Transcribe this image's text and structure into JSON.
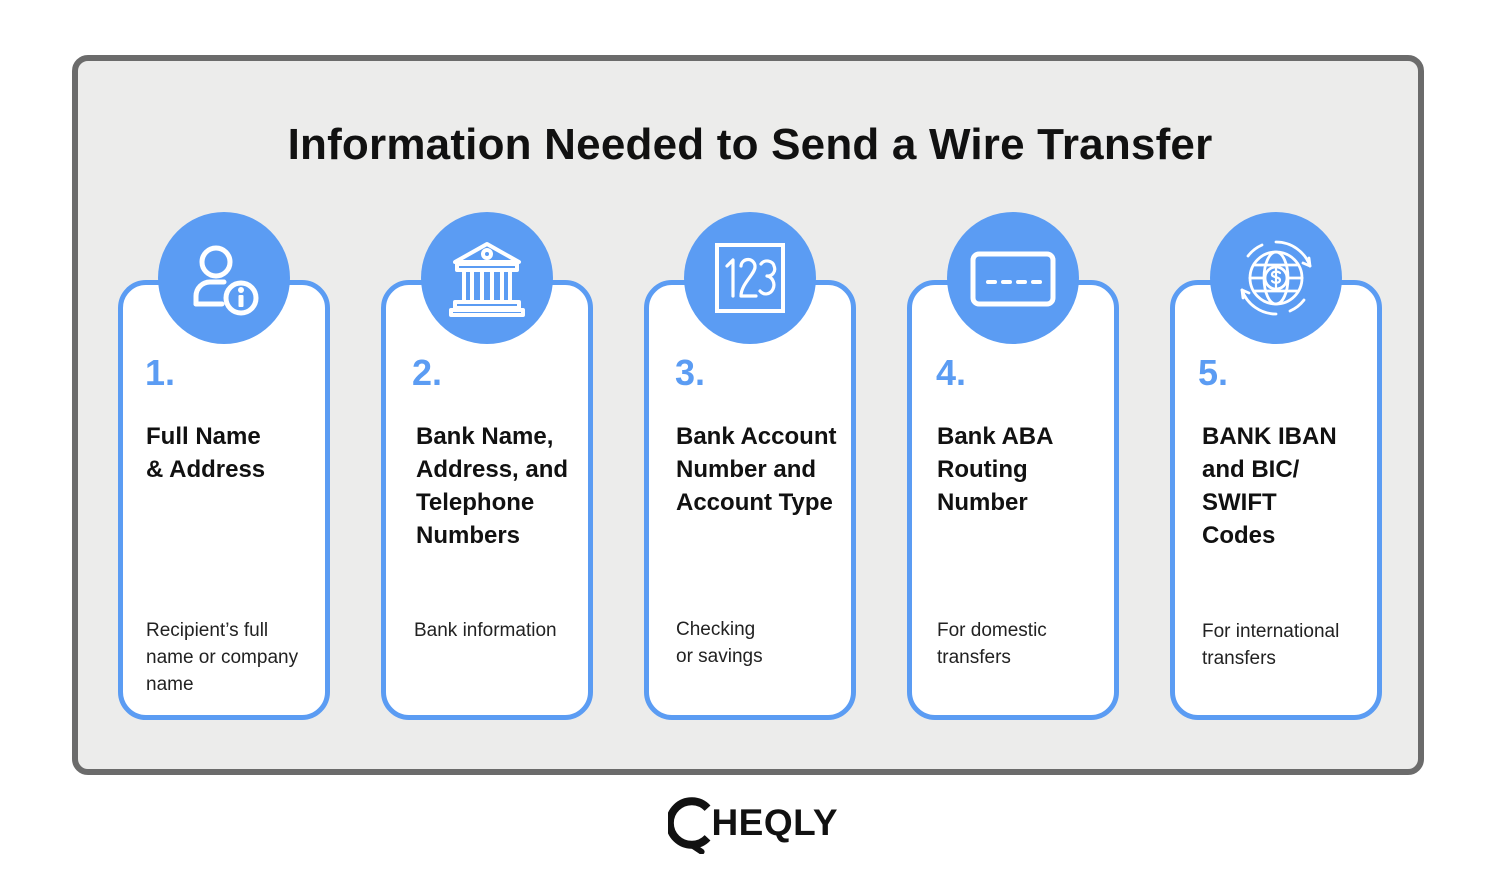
{
  "title": "Information Needed to Send a Wire Transfer",
  "colors": {
    "accent": "#5b9cf3",
    "panel": "#ececeb",
    "panel_border": "#6b6b6b"
  },
  "steps": [
    {
      "number": "1.",
      "heading": "Full Name\n& Address",
      "description": "Recipient’s full\nname or company\nname",
      "icon": "user-info-icon"
    },
    {
      "number": "2.",
      "heading": "Bank Name,\nAddress, and\nTelephone\nNumbers",
      "description": "Bank information",
      "icon": "bank-building-icon"
    },
    {
      "number": "3.",
      "heading": "Bank Account\nNumber and\nAccount Type",
      "description": "Checking\nor savings",
      "icon": "number-123-icon"
    },
    {
      "number": "4.",
      "heading": "Bank ABA\nRouting\nNumber",
      "description": "For domestic\ntransfers",
      "icon": "card-icon"
    },
    {
      "number": "5.",
      "heading": "BANK IBAN\nand BIC/\nSWIFT\nCodes",
      "description": "For international\ntransfers",
      "icon": "globe-dollar-icon"
    }
  ],
  "logo": {
    "text": "HEQLY"
  }
}
